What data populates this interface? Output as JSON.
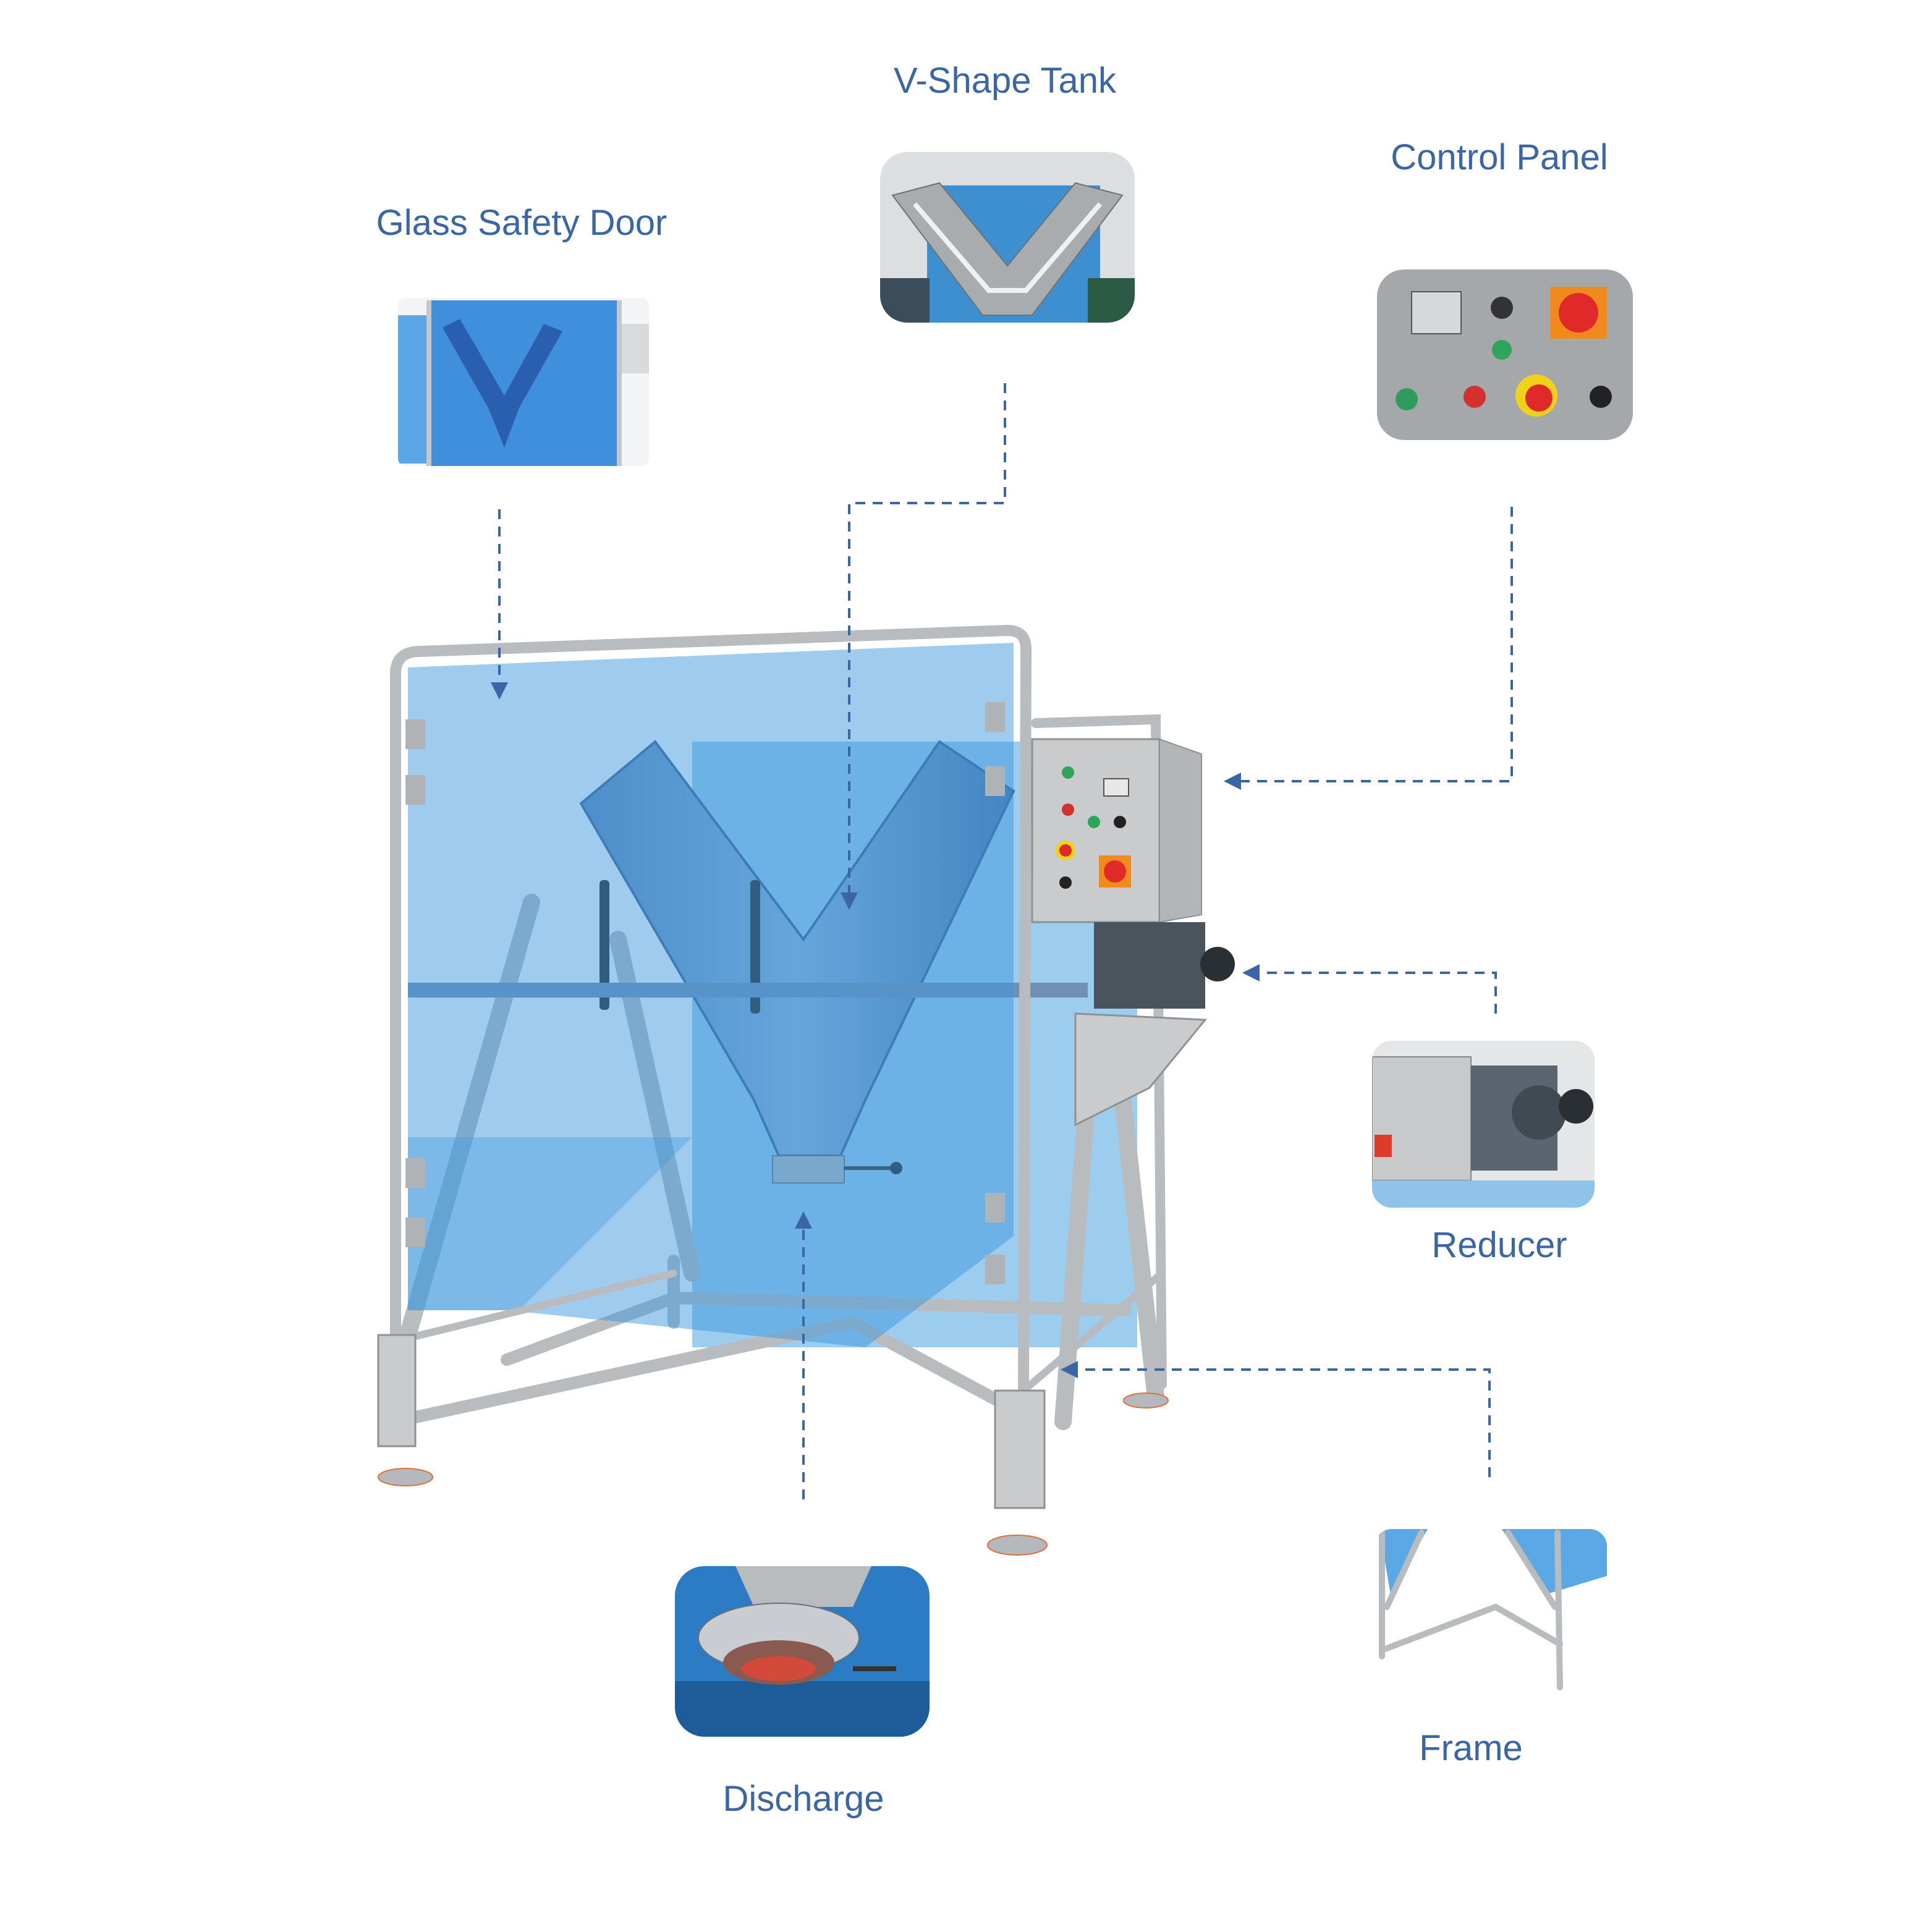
{
  "labels": {
    "v_shape_tank": "V-Shape Tank",
    "control_panel": "Control Panel",
    "glass_safety_door": "Glass Safety Door",
    "reducer": "Reducer",
    "frame": "Frame",
    "discharge": "Discharge"
  },
  "colors": {
    "label": "#3a66a6",
    "glass": "#4aa3e0",
    "steel": "#c9cbcd",
    "emergency_red": "#e02a2a",
    "switch_orange": "#f08a1c"
  }
}
